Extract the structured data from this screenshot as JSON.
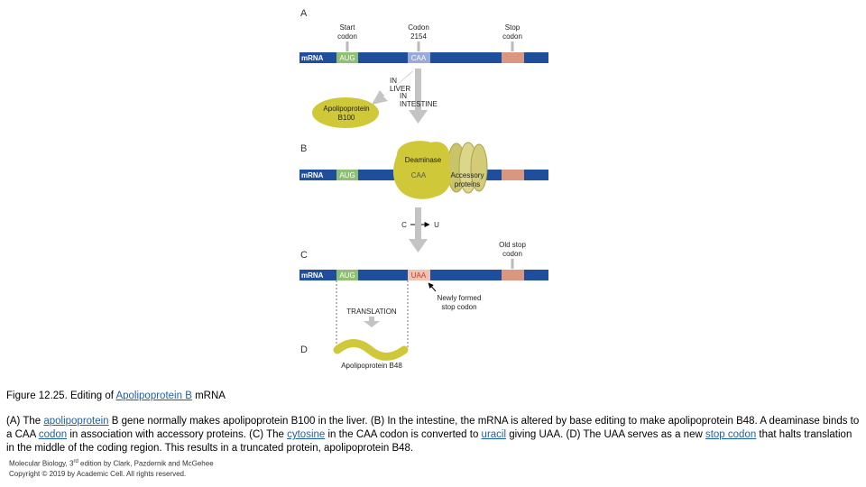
{
  "panels": {
    "a": "A",
    "b": "B",
    "c": "C",
    "d": "D"
  },
  "mrna_label": "mRNA",
  "codon_labels": {
    "aug": "AUG",
    "caa": "CAA",
    "uaa": "UAA"
  },
  "panel_a": {
    "start_codon": [
      "Start",
      "codon"
    ],
    "codon_2154": [
      "Codon",
      "2154"
    ],
    "stop_codon": [
      "Stop",
      "codon"
    ]
  },
  "pathways": {
    "liver": [
      "IN",
      "LIVER"
    ],
    "intestine": [
      "IN",
      "INTESTINE"
    ]
  },
  "apob100": [
    "Apolipoprotein",
    "B100"
  ],
  "panel_b": {
    "deaminase": "Deaminase",
    "accessory": [
      "Accessory",
      "proteins"
    ]
  },
  "conversion": {
    "from": "C",
    "to": "U"
  },
  "panel_c": {
    "old_stop": [
      "Old stop",
      "codon"
    ],
    "new_stop": [
      "Newly formed",
      "stop codon"
    ]
  },
  "translation": "TRANSLATION",
  "apob48": "Apolipoprotein B48",
  "caption": {
    "title": "Figure 12.25. Editing of Apolipoprotein B mRNA",
    "title_prefix": "Figure 12.25. Editing of ",
    "title_link": "Apolipoprotein B",
    "title_suffix": " mRNA",
    "body_parts": [
      "(A) The ",
      "apolipoprotein",
      " B gene normally makes apolipoprotein B100 in the liver. (B) In the intestine, the mRNA is altered by base editing to make apolipoprotein B48. A deaminase binds to a CAA ",
      "codon",
      " in association with accessory proteins. (C) The ",
      "cytosine",
      " in the CAA codon is converted to ",
      "uracil",
      " giving UAA. (D) The UAA serves as a new ",
      "stop codon",
      " that halts translation in the middle of the coding region. This results in a truncated protein, apolipoprotein B48."
    ]
  },
  "credit": {
    "line1_pre": "Molecular Biology, 3",
    "line1_sup": "rd",
    "line1_post": " edition by Clark, Pazdernik and McGehee",
    "line2": "Copyright © 2019 by Academic Cell. All rights reserved."
  },
  "colors": {
    "mrna": "#1f4e9c",
    "aug": "#8fbf73",
    "caa": "#9aa9d6",
    "stop": "#d99782",
    "protein": "#cfc838",
    "arrow": "#c4c4c4"
  }
}
